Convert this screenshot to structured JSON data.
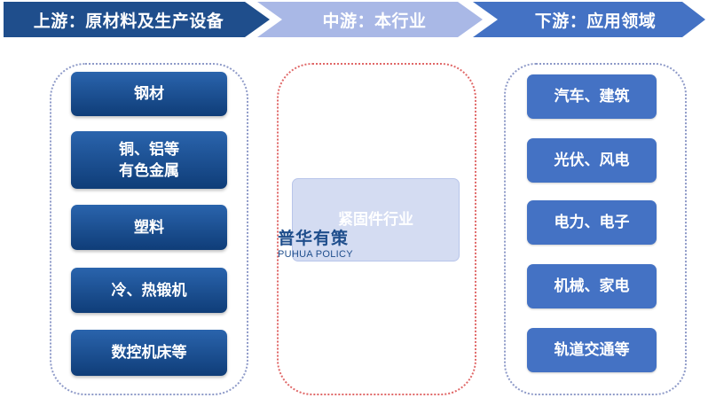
{
  "header": {
    "upstream": "上游：原材料及生产设备",
    "midstream": "中游：本行业",
    "downstream": "下游：应用领域"
  },
  "upstream_items": [
    [
      "钢材"
    ],
    [
      "铜、铝等",
      "有色金属"
    ],
    [
      "塑料"
    ],
    [
      "冷、热锻机"
    ],
    [
      "数控机床等"
    ]
  ],
  "midstream_item": "紧固件行业",
  "downstream_items": [
    "汽车、建筑",
    "光伏、风电",
    "电力、电子",
    "机械、家电",
    "轨道交通等"
  ],
  "watermark": {
    "cn": "普华有策",
    "en": "PUHUA POLICY"
  },
  "colors": {
    "upstream": "#1f4e8c",
    "midstream": "#a9b8e6",
    "downstream": "#4472c4",
    "midstream_frame": "#e06868"
  }
}
